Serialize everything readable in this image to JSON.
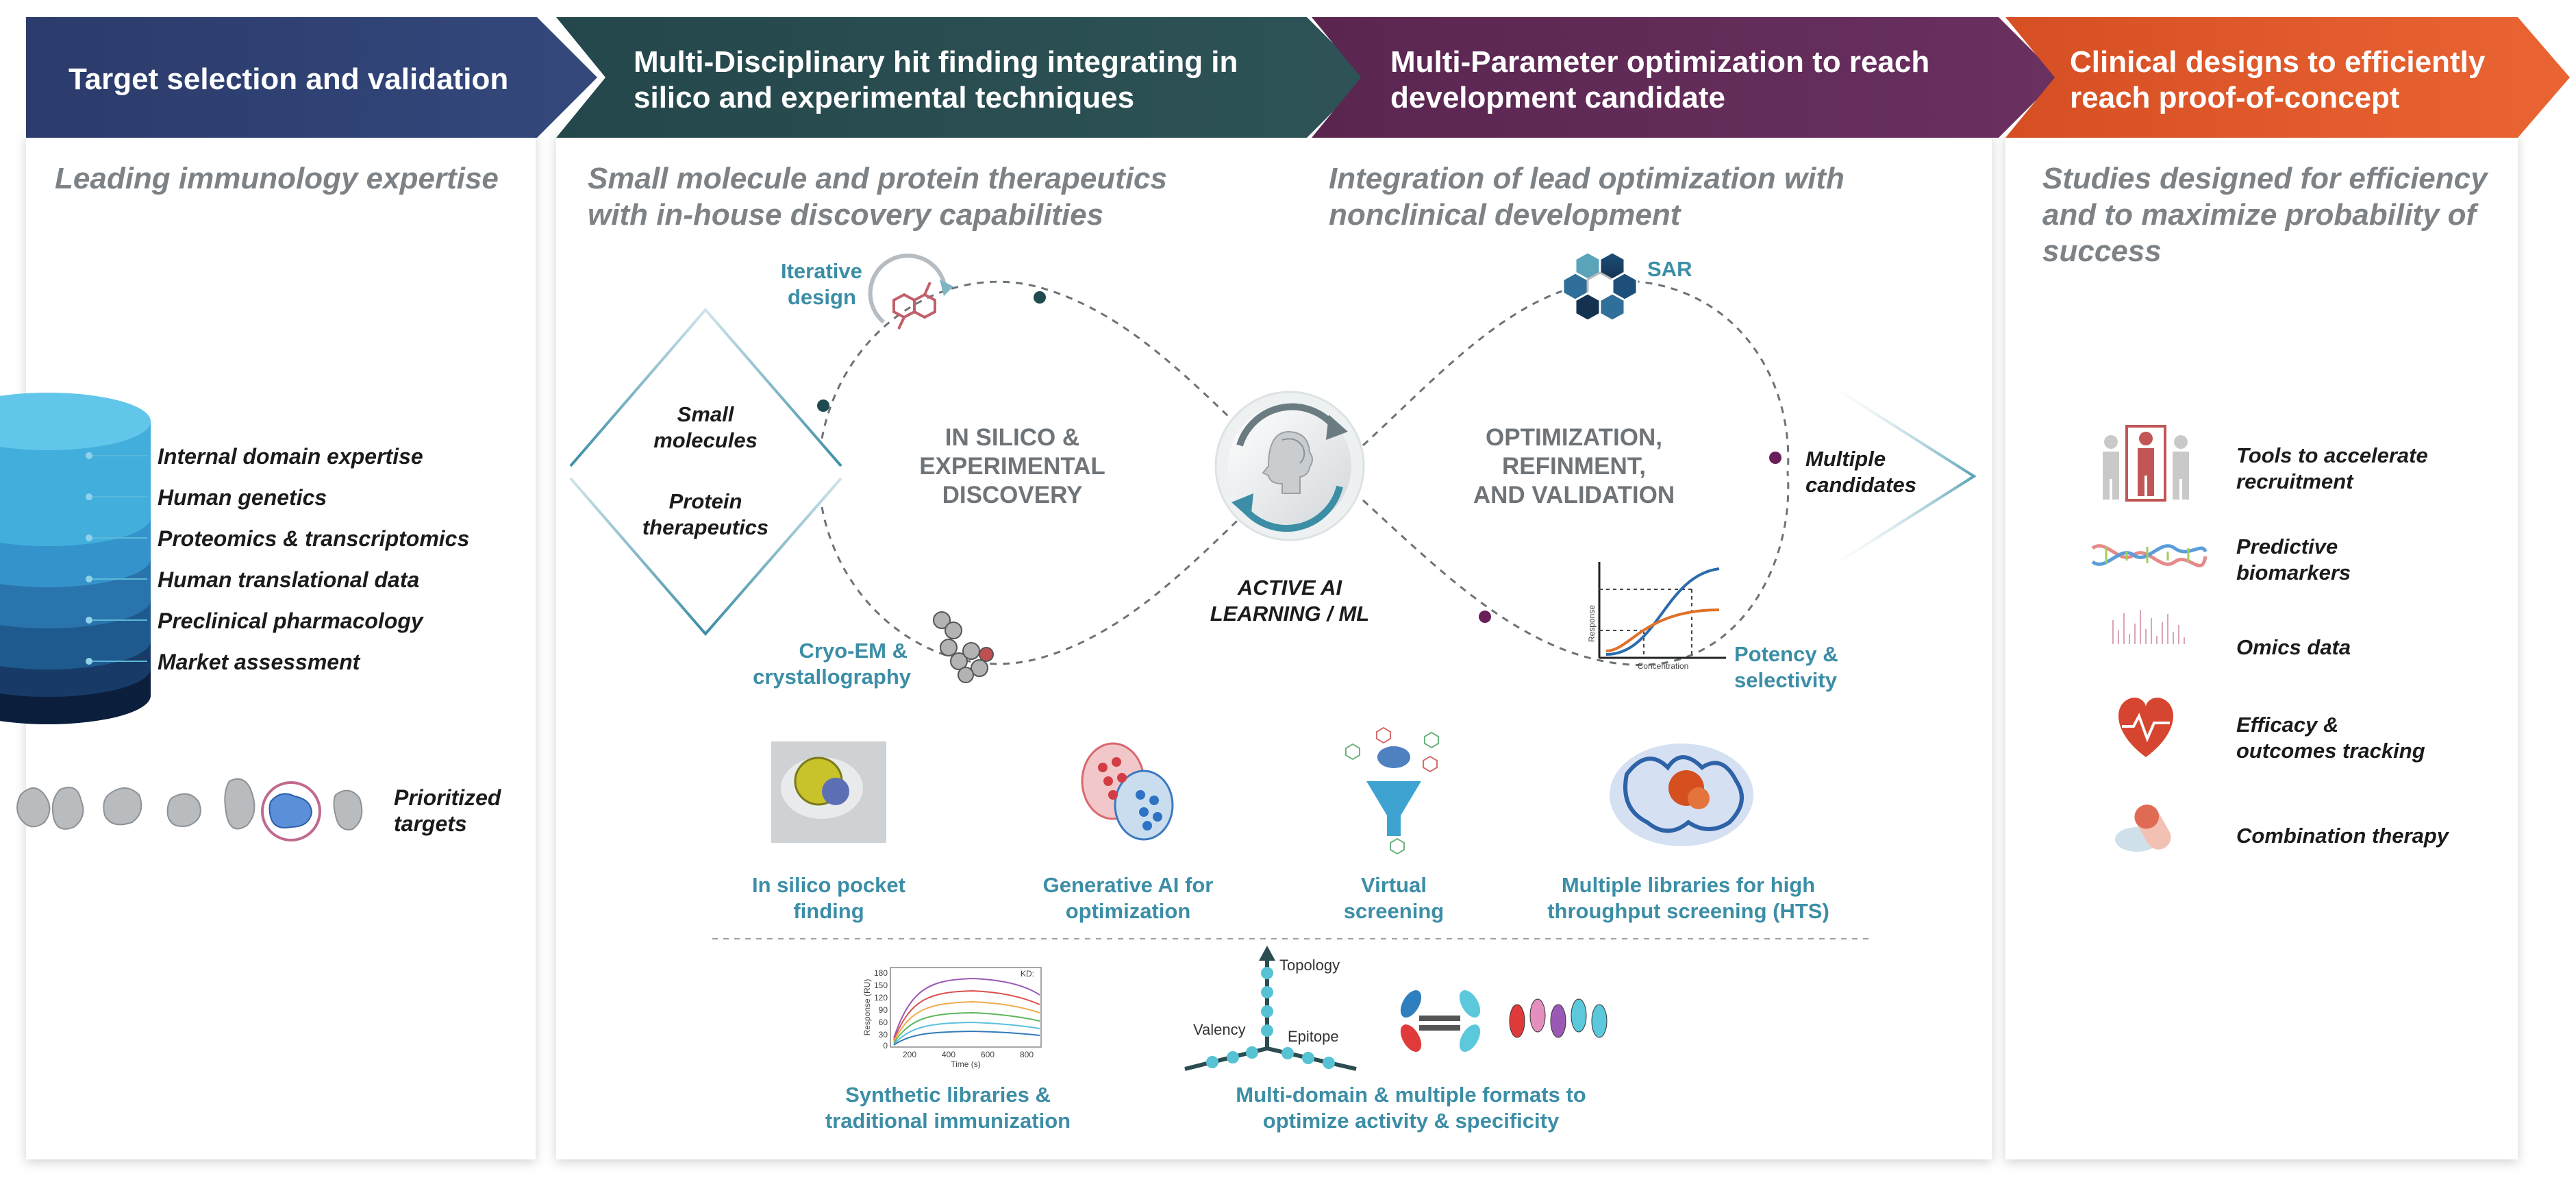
{
  "colors": {
    "stage1": "#2b3b6b",
    "stage2": "#2b4c50",
    "stage3": "#5e2a55",
    "stage4": "#e05b2c",
    "accent_teal": "#3c8ea6",
    "subtitle_gray": "#7d8286"
  },
  "stages": [
    {
      "header": [
        "Target selection and validation"
      ],
      "subtitle": [
        "Leading immunology expertise"
      ],
      "list": [
        "Internal domain expertise",
        "Human genetics",
        "Proteomics & transcriptomics",
        "Human translational data",
        "Preclinical pharmacology",
        "Market assessment"
      ],
      "targets_label": [
        "Prioritized",
        "targets"
      ]
    },
    {
      "header": [
        "Multi-Disciplinary hit finding integrating in",
        "silico and experimental techniques"
      ],
      "subtitle": [
        "Small molecule and protein therapeutics",
        "with in-house discovery capabilities"
      ],
      "diamond_top": [
        "Small",
        "molecules"
      ],
      "diamond_bottom": [
        "Protein",
        "therapeutics"
      ],
      "iterative": [
        "Iterative",
        "design"
      ],
      "cryo": [
        "Cryo-EM &",
        "crystallography"
      ],
      "loop_center": [
        "IN SILICO &",
        "EXPERIMENTAL",
        "DISCOVERY"
      ],
      "tools": [
        [
          "In silico pocket",
          "finding"
        ],
        [
          "Generative AI for",
          "optimization"
        ],
        [
          "Virtual",
          "screening"
        ],
        [
          "Multiple libraries for high",
          "throughput screening (HTS)"
        ]
      ],
      "bottom": [
        [
          "Synthetic libraries &",
          "traditional immunization"
        ],
        [
          "Multi-domain & multiple formats to",
          "optimize activity & specificity"
        ]
      ],
      "sensorgram": {
        "y_label": "Response (RU)",
        "y_ticks": [
          "180",
          "150",
          "120",
          "90",
          "60",
          "30",
          "0"
        ],
        "x_ticks": [
          "200",
          "400",
          "600",
          "800"
        ],
        "x_label": "Time (s)",
        "legend": "KD:"
      },
      "axes_labels": [
        "Topology",
        "Valency",
        "Epitope"
      ]
    },
    {
      "header": [
        "Multi-Parameter optimization to reach",
        "development candidate"
      ],
      "subtitle": [
        "Integration of lead optimization with",
        "nonclinical development"
      ],
      "sar": [
        "SAR"
      ],
      "loop_center": [
        "OPTIMIZATION,",
        "REFINMENT,",
        "AND VALIDATION"
      ],
      "multiple": [
        "Multiple",
        "candidates"
      ],
      "potency": [
        "Potency &",
        "selectivity"
      ],
      "curve_axes": {
        "y": "Response",
        "x": "Concentration"
      }
    },
    {
      "header": [
        "Clinical designs to efficiently",
        "reach proof-of-concept"
      ],
      "subtitle": [
        "Studies designed for efficiency",
        "and to maximize probability of",
        "success"
      ],
      "list": [
        [
          "Tools to accelerate",
          "recruitment"
        ],
        [
          "Predictive",
          "biomarkers"
        ],
        [
          "Omics data"
        ],
        [
          "Efficacy &",
          "outcomes tracking"
        ],
        [
          "Combination therapy"
        ]
      ]
    }
  ],
  "ai_hub": [
    "ACTIVE AI",
    "LEARNING / ML"
  ]
}
